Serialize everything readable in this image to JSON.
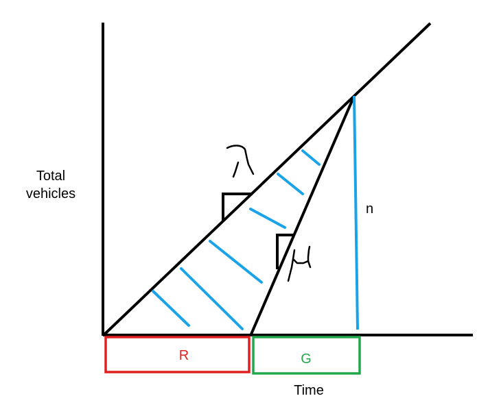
{
  "diagram": {
    "ylabel": "Total\nvehicles",
    "xlabel": "Time",
    "n_label": "n",
    "red_label": "R",
    "green_label": "G",
    "arrival_rate_symbol": "λ",
    "service_rate_symbol": "μ",
    "colors": {
      "axis": "#000000",
      "hatch": "#1aa3e8",
      "red": "#e02020",
      "green": "#22a84a"
    }
  }
}
